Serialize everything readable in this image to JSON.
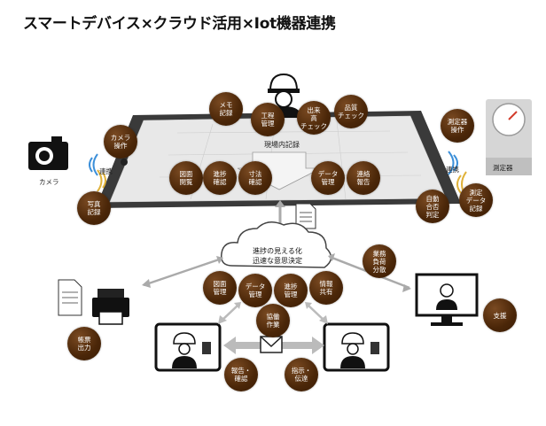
{
  "title": "スマートデバイス×クラウド活用×Iot機器連携",
  "tablet_screen_label": "現場内記録",
  "camera_label": "カメラ",
  "camera_link_label": "連携",
  "meter_label": "測定器",
  "meter_link_label": "連携",
  "cloud_text": "進捗の見える化\n迅速な意思決定",
  "bubbles": {
    "memo": "メモ\n記録",
    "process": "工程\n管理",
    "inspection": "出来\n高\nチェック",
    "quality": "品質\nチェック",
    "camera_op": "カメラ\n操作",
    "photo": "写真\n記録",
    "drawing": "図面\n閲覧",
    "progress_check": "進捗\n確認",
    "dimension": "寸法\n確認",
    "data_mgmt": "データ\n管理",
    "contact": "連絡\n報告",
    "meter_op": "測定器\n操作",
    "auto_judge": "自動\n合否\n判定",
    "meter_data": "測定\nデータ\n記録",
    "drawing_mgmt": "図面\n管理",
    "data_mgmt2": "データ\n管理",
    "progress_mgmt": "進捗\n管理",
    "info_share": "情報\n共有",
    "business_share": "業務\n負荷\n分散",
    "form_output": "帳票\n出力",
    "collaboration": "協働\n作業",
    "report_confirm": "報告・\n確認",
    "instruction": "指示・\n伝達",
    "support": "支援"
  }
}
